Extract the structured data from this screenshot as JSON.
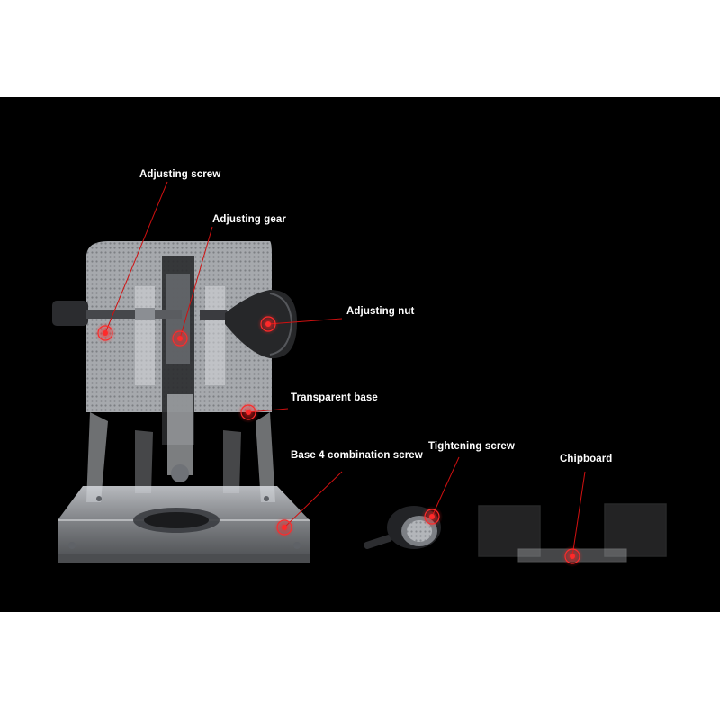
{
  "callouts": {
    "adjusting_screw": "Adjusting screw",
    "adjusting_gear": "Adjusting gear",
    "adjusting_nut": "Adjusting nut",
    "transparent_base": "Transparent base",
    "base_combination_screw": "Base 4 combination screw",
    "tightening_screw": "Tightening screw",
    "chipboard": "Chipboard"
  },
  "colors": {
    "background": "#000000",
    "page": "#ffffff",
    "callout_line": "#d01010",
    "label_text": "#ffffff"
  }
}
